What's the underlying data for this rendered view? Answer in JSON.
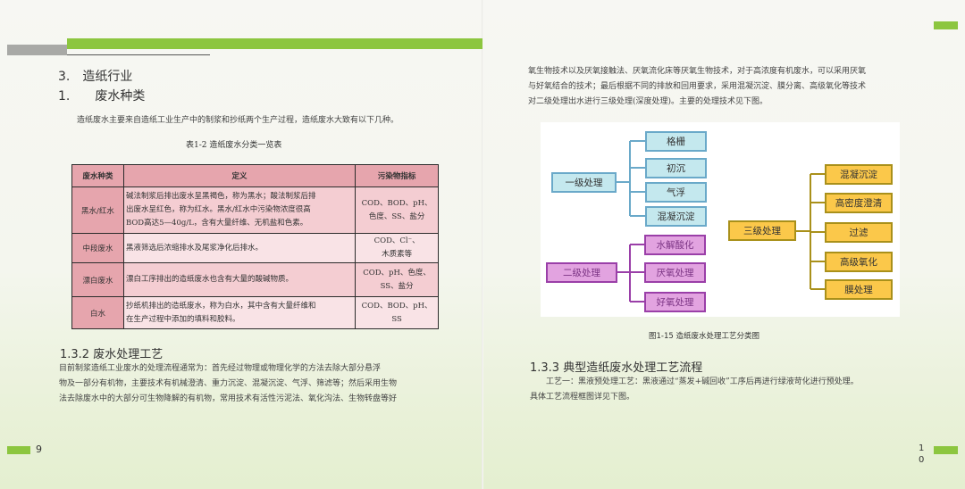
{
  "left_page": {
    "h_industry": "3.　造纸行业",
    "h_types": "1.　　废水种类",
    "intro": "造纸废水主要来自造纸工业生产中的制浆和抄纸两个生产过程，造纸废水大致有以下几种。",
    "table_caption": "表1-2  造纸废水分类一览表",
    "table": {
      "headers": [
        "废水种类",
        "定义",
        "污染物指标"
      ],
      "rows": [
        {
          "type": "黑水/红水",
          "def": [
            "碱法制浆后排出废水呈黑褐色，称为黑水；酸法制浆后排",
            "出废水呈红色，称为红水。黑水/红水中污染物浓度很高",
            "BOD高达5—40g/L，含有大量纤维、无机盐和色素。"
          ],
          "ind": [
            "COD、BOD、pH、",
            "色度、SS、盐分"
          ]
        },
        {
          "type": "中段废水",
          "def": [
            "黑液筛选后浓缩排水及尾浆净化后排水。"
          ],
          "ind": [
            "COD、Cl⁻、",
            "木质素等"
          ]
        },
        {
          "type": "漂白废水",
          "def": [
            "漂白工序排出的造纸废水也含有大量的酸碱物质。"
          ],
          "ind": [
            "COD、pH、色度、",
            "SS、盐分"
          ]
        },
        {
          "type": "白水",
          "def": [
            "抄纸机排出的造纸废水，称为白水，其中含有大量纤维和",
            "在生产过程中添加的填料和胶料。"
          ],
          "ind": [
            "COD、BOD、pH、",
            "SS"
          ]
        }
      ]
    },
    "h_treat": "1.3.2  废水处理工艺",
    "treat_text": [
      "目前制浆造纸工业废水的处理流程通常为：首先经过物理或物理化学的方法去除大部分悬浮",
      "物及一部分有机物，主要技术有机械澄清、重力沉淀、混凝沉淀、气浮、筛滤等；然后采用生物",
      "法去除废水中的大部分可生物降解的有机物，常用技术有活性污泥法、氧化沟法、生物转盘等好"
    ],
    "page_number": "9"
  },
  "right_page": {
    "top_text": [
      "氧生物技术以及厌氧接触法、厌氧流化床等厌氧生物技术，对于高浓度有机废水，可以采用厌氧",
      "与好氧结合的技术；最后根据不同的排放和回用要求，采用混凝沉淀、膜分离、高级氧化等技术",
      "对二级处理出水进行三级处理(深度处理)。主要的处理技术见下图。"
    ],
    "diagram": {
      "level1": "一级处理",
      "level1_items": [
        "格栅",
        "初沉",
        "气浮",
        "混凝沉淀"
      ],
      "level2": "二级处理",
      "level2_items": [
        "水解酸化",
        "厌氧处理",
        "好氧处理"
      ],
      "level3": "三级处理",
      "level3_items": [
        "混凝沉淀",
        "高密度澄清",
        "过滤",
        "高级氧化",
        "膜处理"
      ]
    },
    "fig_caption": "图1-15  造纸废水处理工艺分类图",
    "h_typical": "1.3.3  典型造纸废水处理工艺流程",
    "typical_text": [
      "工艺一：黑液预处理工艺：黑液通过“蒸发+碱回收”工序后再进行绿液苛化进行预处理。",
      "具体工艺流程框图详见下图。"
    ],
    "page_number": "1\n0"
  },
  "colors": {
    "accent_green": "#8cc63f",
    "table_pink": "#e6a5ad",
    "box_blue": "#c4e8ee",
    "box_purple": "#e2a3e0",
    "box_yellow": "#fbc84a"
  }
}
